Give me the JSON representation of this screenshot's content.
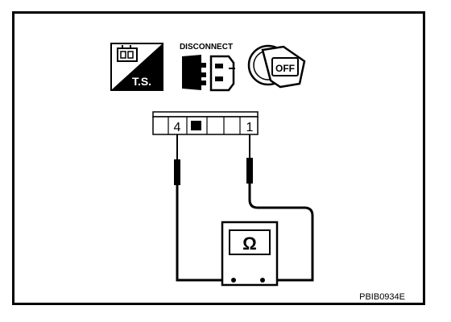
{
  "icons": {
    "ts": {
      "name": "ts-icon",
      "label": "T.S."
    },
    "disconnect": {
      "name": "disconnect-icon",
      "label": "DISCONNECT"
    },
    "ignition_off": {
      "name": "ignition-key-off-icon",
      "label": "OFF"
    }
  },
  "connector": {
    "terminals": [
      {
        "id": "terminal-4",
        "label": "4"
      },
      {
        "id": "terminal-1",
        "label": "1"
      }
    ]
  },
  "meter": {
    "symbol": "Ω",
    "icon": "ohmmeter-icon"
  },
  "figure_id": "PBIB0934E"
}
